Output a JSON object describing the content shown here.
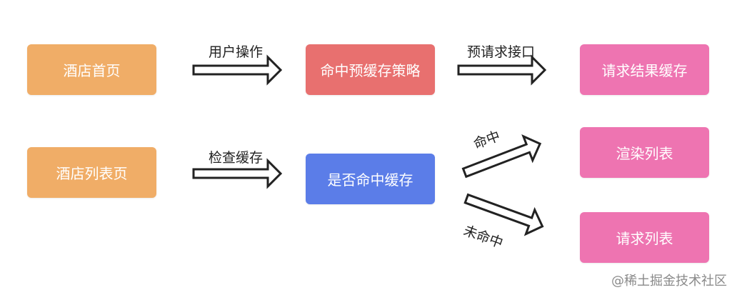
{
  "colors": {
    "orange": "#f0ad67",
    "red": "#e8706f",
    "blue": "#5b7de8",
    "pink": "#ee74b1"
  },
  "boxes": {
    "hotel_home": "酒店首页",
    "prefetch_strategy": "命中预缓存策略",
    "request_result_cache": "请求结果缓存",
    "hotel_list": "酒店列表页",
    "cache_hit_check": "是否命中缓存",
    "render_list": "渲染列表",
    "request_list": "请求列表"
  },
  "edges": {
    "user_action": "用户操作",
    "prefetch_api": "预请求接口",
    "check_cache": "检查缓存",
    "hit": "命中",
    "miss": "未命中"
  },
  "watermark": "@稀土掘金技术社区"
}
